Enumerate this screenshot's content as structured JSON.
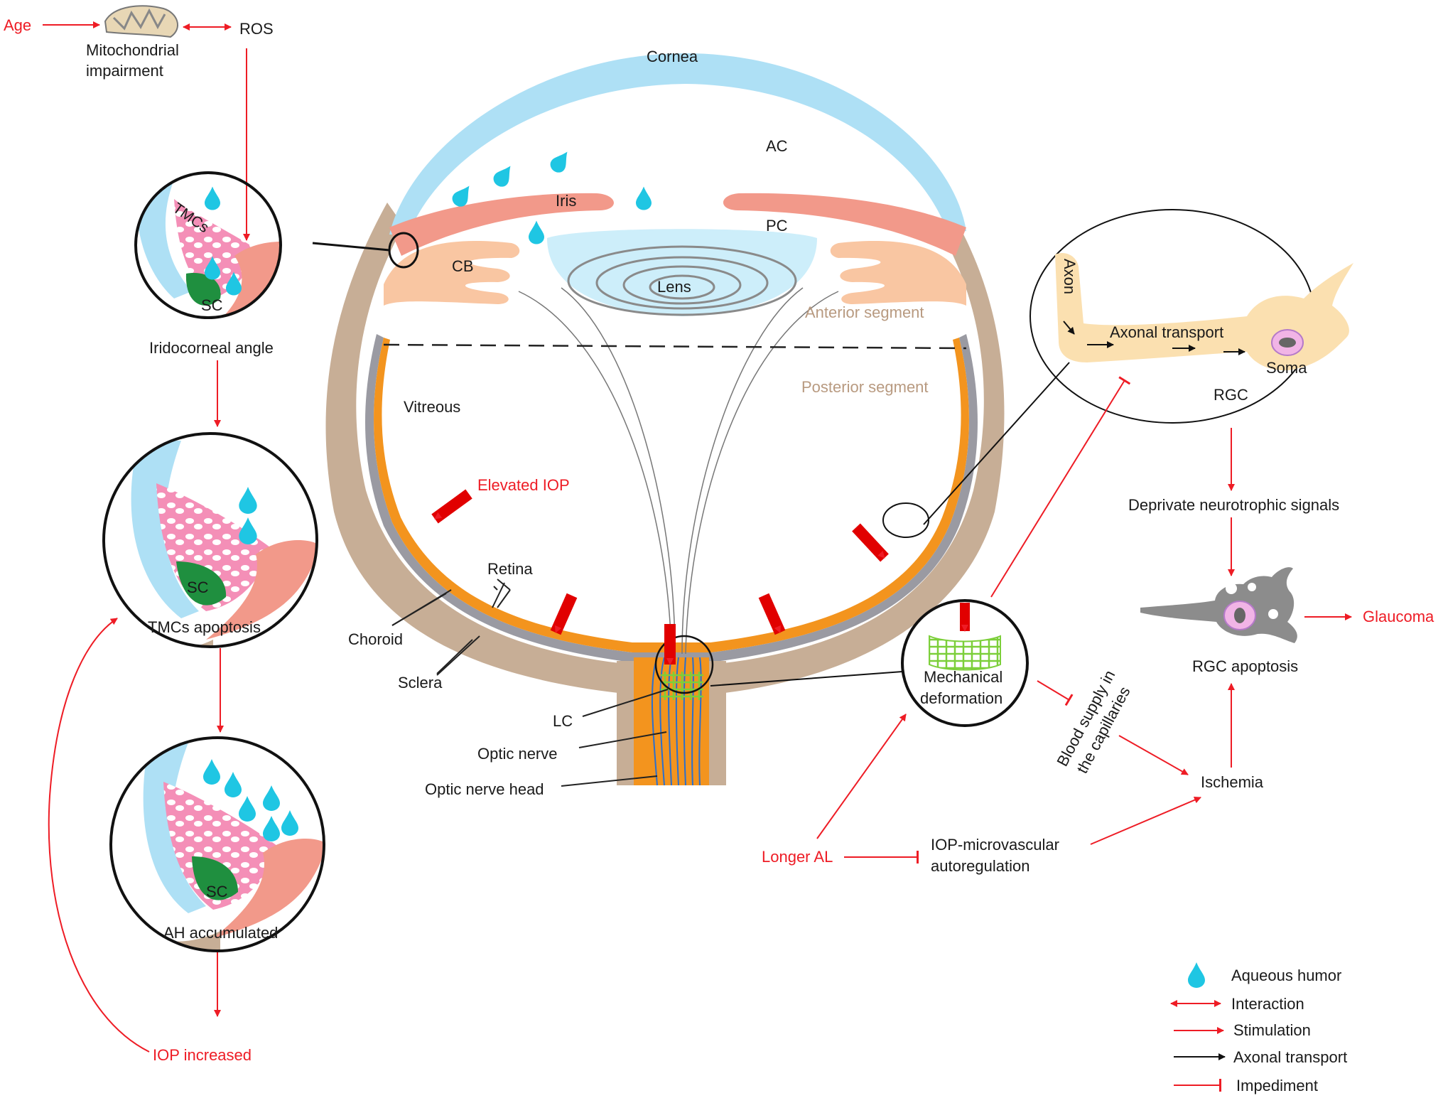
{
  "colors": {
    "stimulation": "#ee1c25",
    "cornea": "#aee0f5",
    "iris": "#f2998a",
    "ciliary_body": "#f9c6a2",
    "sclera": "#c7ae96",
    "retina_orange": "#f3941e",
    "choroid_gray": "#9a9aa2",
    "aqueous_drop": "#1fc6e3",
    "sc_green": "#1f8f3f",
    "tmc_pink": "#f48fb7",
    "lens": "#cdeefa",
    "rgc_cell": "#fbe0b0",
    "rgc_apoptosis": "#8c8c8c",
    "lc_green": "#7ccf3a",
    "optic_fibers": "#2a6fcf"
  },
  "pathway": {
    "age": "Age",
    "mitochondrial_line1": "Mitochondrial",
    "mitochondrial_line2": "impairment",
    "ros": "ROS",
    "iridocorneal_angle": "Iridocorneal angle",
    "tmc_apoptosis": "TMCs apoptosis",
    "ah_accumulated": "AH accumulated",
    "iop_increased": "IOP increased",
    "tmcs": "TMCs",
    "sc": "SC"
  },
  "eye": {
    "cornea": "Cornea",
    "ac": "AC",
    "pc": "PC",
    "iris": "Iris",
    "cb": "CB",
    "lens": "Lens",
    "anterior_segment": "Anterior segment",
    "posterior_segment": "Posterior segment",
    "vitreous": "Vitreous",
    "elevated_iop": "Elevated IOP",
    "retina": "Retina",
    "choroid": "Choroid",
    "sclera": "Sclera",
    "lc": "LC",
    "optic_nerve": "Optic nerve",
    "optic_nerve_head": "Optic nerve head"
  },
  "rgc": {
    "axon": "Axon",
    "axonal_transport": "Axonal transport",
    "soma": "Soma",
    "rgc": "RGC",
    "deprivate": "Deprivate neurotrophic signals",
    "rgc_apoptosis": "RGC apoptosis",
    "glaucoma": "Glaucoma",
    "mech_line1": "Mechanical",
    "mech_line2": "deformation",
    "blood_line1": "Blood supply in",
    "blood_line2": "the capillaries",
    "ischemia": "Ischemia",
    "longer_al": "Longer AL",
    "iop_micro_line1": "IOP-microvascular",
    "iop_micro_line2": "autoregulation"
  },
  "legend": {
    "aqueous_humor": "Aqueous humor",
    "interaction": "Interaction",
    "stimulation": "Stimulation",
    "axonal_transport": "Axonal transport",
    "impediment": "Impediment"
  }
}
